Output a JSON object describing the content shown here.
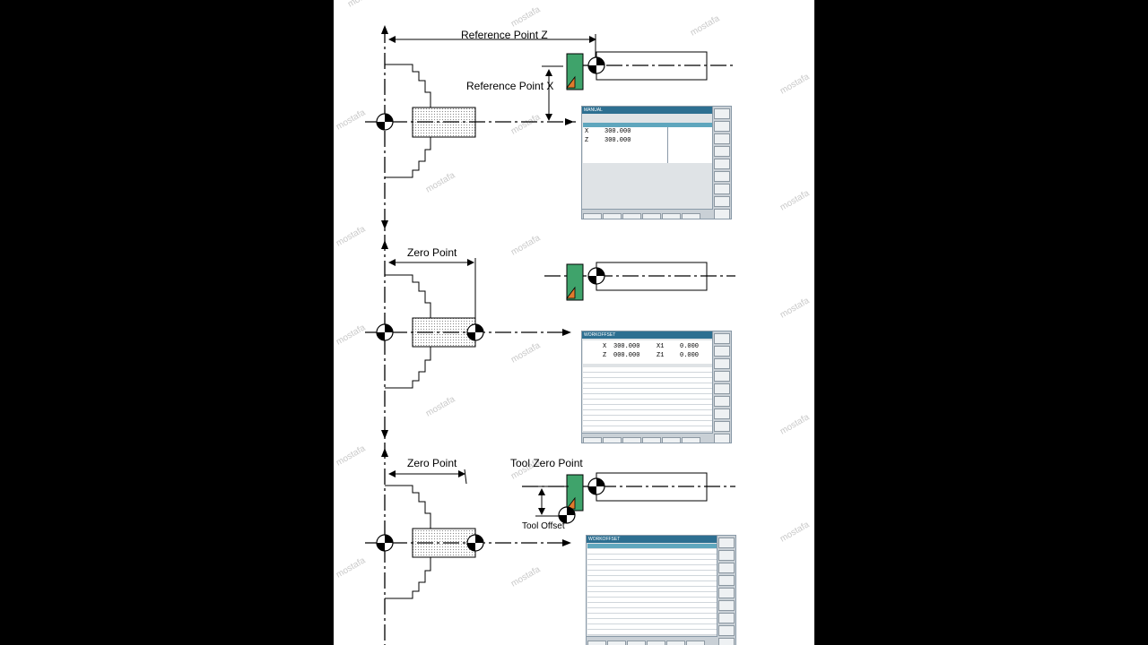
{
  "labels": {
    "ref_point_z": "Reference Point Z",
    "ref_point_x": "Reference Point X",
    "zero_point_1": "Zero Point",
    "zero_point_2": "Zero Point",
    "tool_zero_point": "Tool Zero Point",
    "tool_offset": "Tool Offset"
  },
  "watermark": "mostafa",
  "screen1": {
    "mode": "MANUAL",
    "x_value": "300.000",
    "z_value": "300.000",
    "x_axis": "X",
    "z_axis": "Z"
  },
  "screen2": {
    "mode": "WORKOFFSET",
    "x_value": "300.000",
    "z_value": "000.000",
    "x1_value": "0.000",
    "z1_value": "0.000",
    "x_axis": "X",
    "z_axis": "Z",
    "x1_axis": "X1",
    "z1_axis": "Z1"
  },
  "screen3": {
    "mode": "WORKOFFSET"
  },
  "colors": {
    "tool_body": "#3fa36b",
    "tool_insert": "#e07b2d",
    "hmi_header": "#2d6f91",
    "background": "#000000"
  }
}
